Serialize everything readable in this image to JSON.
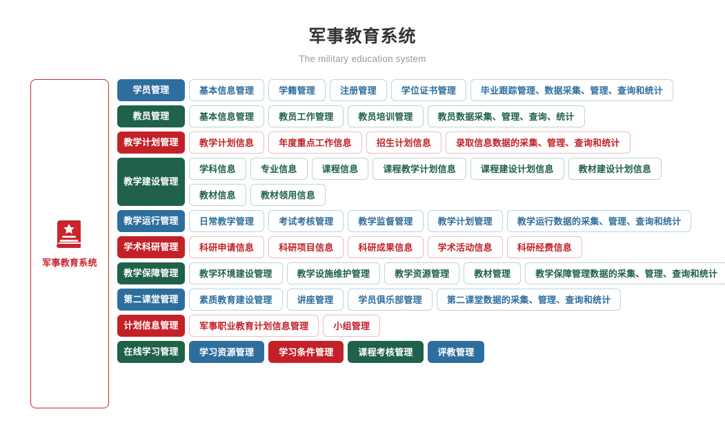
{
  "header": {
    "title": "军事教育系统",
    "subtitle": "The military education system"
  },
  "brand": {
    "icon": "book-star-icon",
    "label": "军事教育系统",
    "border_color": "#c9252b",
    "text_color": "#c9252b"
  },
  "palette": {
    "blue": "#2e6e9e",
    "green": "#1f6149",
    "red": "#c32127",
    "outline_blue_border": "#b8d4e6",
    "outline_green_border": "#bcd6c9",
    "outline_red_border": "#eebcbe"
  },
  "matrix": {
    "rows": [
      {
        "label": "学员管理",
        "color": "blue",
        "item_style": "outline-blue",
        "lines": [
          [
            "基本信息管理",
            "学籍管理",
            "注册管理",
            "学位证书管理",
            "毕业跟踪管理、数据采集、管理、查询和统计"
          ]
        ]
      },
      {
        "label": "教员管理",
        "color": "green",
        "item_style": "outline-green",
        "lines": [
          [
            "基本信息管理",
            "教员工作管理",
            "教员培训管理",
            "教员数据采集、管理、查询、统计"
          ]
        ]
      },
      {
        "label": "教学计划管理",
        "color": "red",
        "item_style": "outline-red",
        "lines": [
          [
            "教学计划信息",
            "年度重点工作信息",
            "招生计划信息",
            "录取信息数据的采集、管理、查询和统计"
          ]
        ]
      },
      {
        "label": "教学建设管理",
        "color": "green",
        "item_style": "outline-green",
        "lines": [
          [
            "学科信息",
            "专业信息",
            "课程信息",
            "课程教学计划信息",
            "课程建设计划信息",
            "教材建设计划信息"
          ],
          [
            "教材信息",
            "教材领用信息"
          ]
        ]
      },
      {
        "label": "教学运行管理",
        "color": "blue",
        "item_style": "outline-blue",
        "lines": [
          [
            "日常教学管理",
            "考试考核管理",
            "教学监督管理",
            "教学计划管理",
            "教学运行数据的采集、管理、查询和统计"
          ]
        ]
      },
      {
        "label": "学术科研管理",
        "color": "red",
        "item_style": "outline-red",
        "lines": [
          [
            "科研申请信息",
            "科研项目信息",
            "科研成果信息",
            "学术活动信息",
            "科研经费信息"
          ]
        ]
      },
      {
        "label": "教学保障管理",
        "color": "green",
        "item_style": "outline-green",
        "lines": [
          [
            "教学环境建设管理",
            "教学设施维护管理",
            "教学资源管理",
            "教材管理",
            "教学保障管理数据的采集、管理、查询和统计"
          ]
        ]
      },
      {
        "label": "第二课堂管理",
        "color": "blue",
        "item_style": "outline-blue",
        "lines": [
          [
            "素质教育建设管理",
            "讲座管理",
            "学员俱乐部管理",
            "第二课堂数据的采集、管理、查询和统计"
          ]
        ]
      },
      {
        "label": "计划信息管理",
        "color": "red",
        "item_style": "outline-red",
        "lines": [
          [
            "军事职业教育计划信息管理",
            "小组管理"
          ]
        ]
      },
      {
        "label": "在线学习管理",
        "color": "green",
        "item_style": "mixed-solid",
        "lines": [
          [
            "学习资源管理",
            "学习条件管理",
            "课程考核管理",
            "评教管理"
          ]
        ],
        "item_styles": [
          "solid-blue",
          "solid-red",
          "solid-green",
          "solid-blue"
        ]
      }
    ]
  }
}
